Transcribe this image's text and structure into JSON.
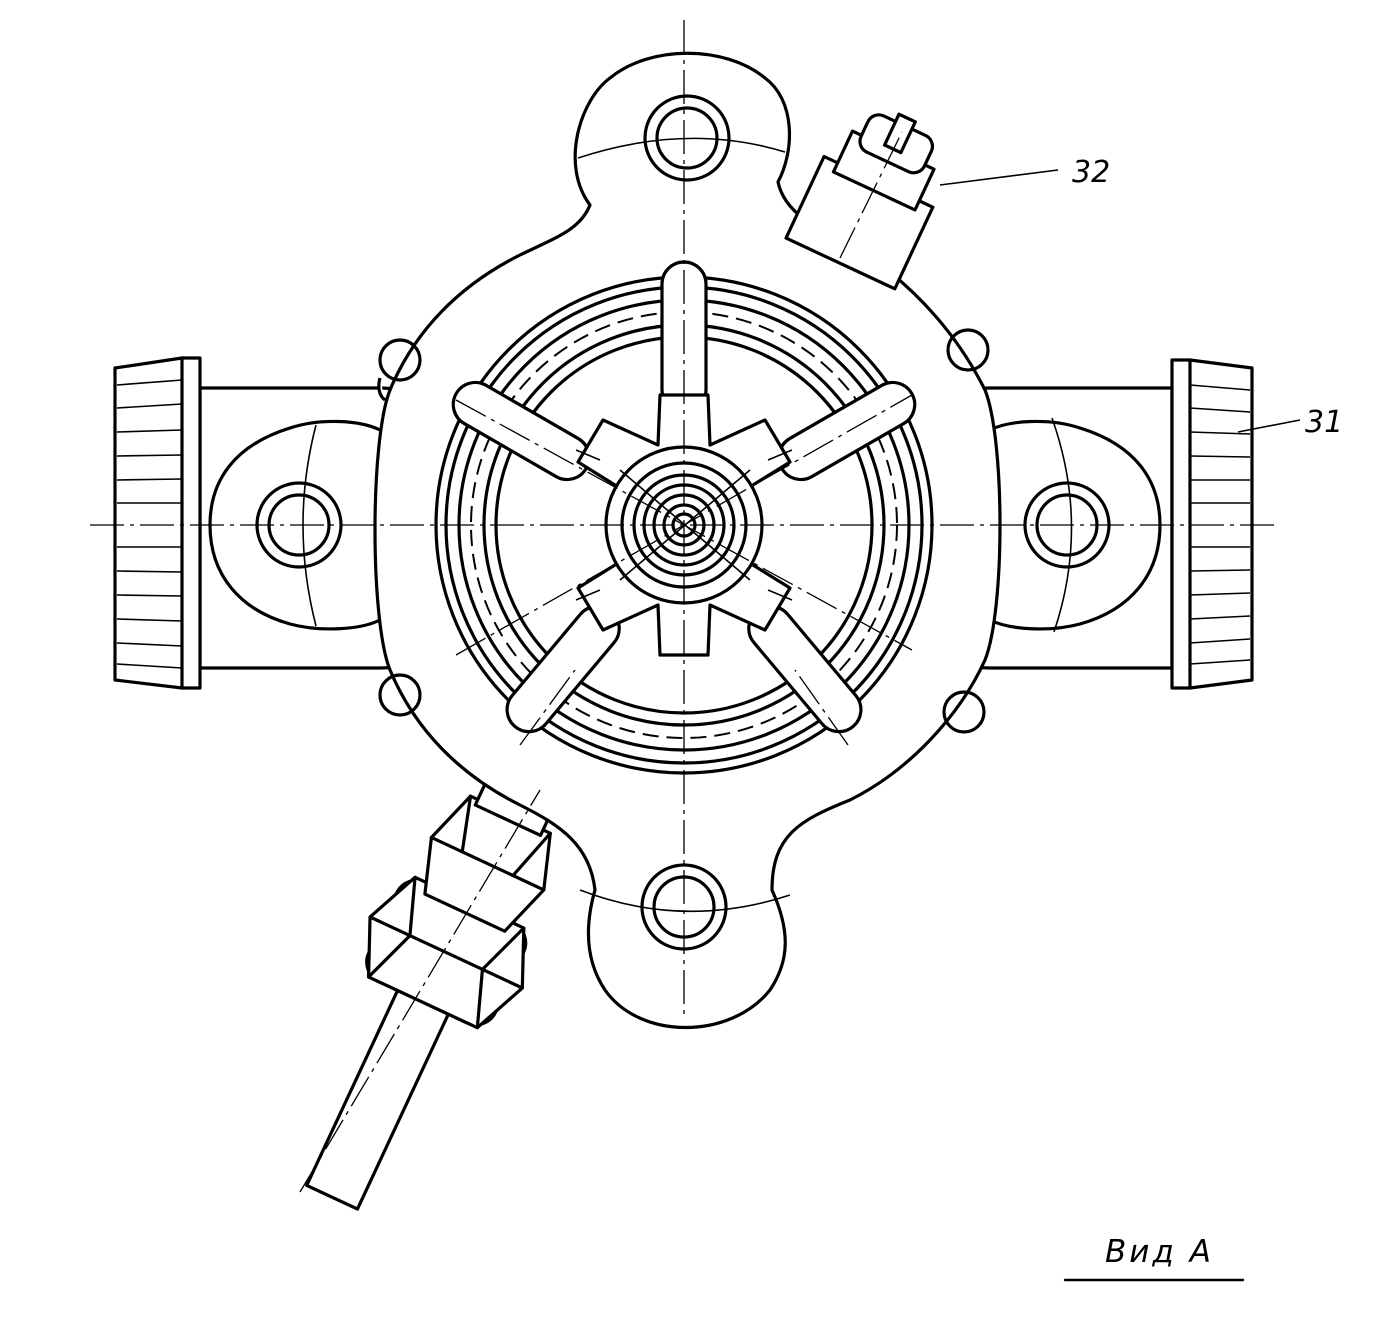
{
  "callouts": [
    {
      "id": "32",
      "text": "32"
    },
    {
      "id": "31",
      "text": "31"
    }
  ],
  "view_title": "Вид А",
  "colors": {
    "ink": "#000000",
    "paper": "#ffffff"
  }
}
